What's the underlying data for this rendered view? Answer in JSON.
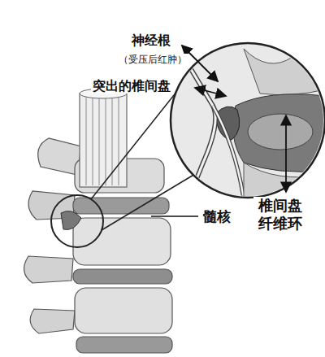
{
  "diagram": {
    "labels": [
      "神经根",
      "（受压后红肿）",
      "突出的椎间盘",
      "髓核",
      "椎间盘 纤维环"
    ]
  }
}
